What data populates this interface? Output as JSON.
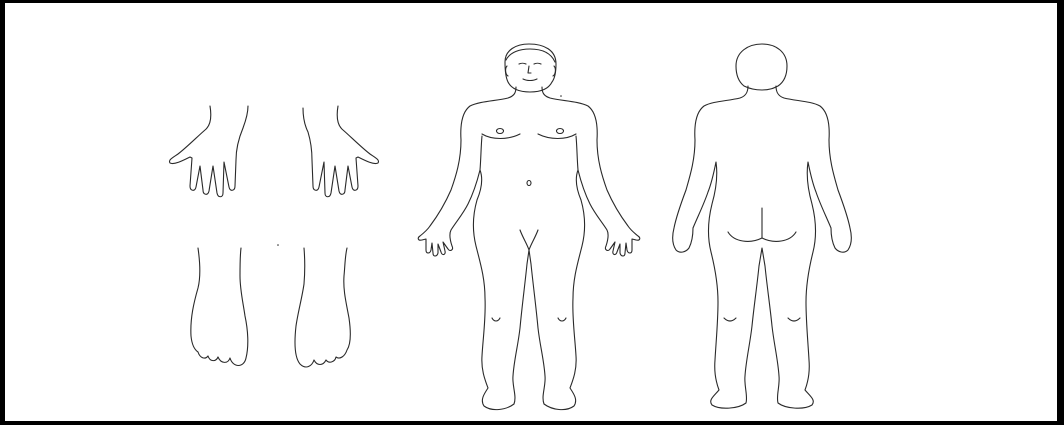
{
  "diagram": {
    "type": "body-chart",
    "views": [
      "hands-dorsal",
      "feet-dorsal",
      "body-anterior",
      "body-posterior"
    ],
    "colors": {
      "background": "#000000",
      "paper": "#ffffff",
      "outline": "#2a2a2a"
    }
  }
}
